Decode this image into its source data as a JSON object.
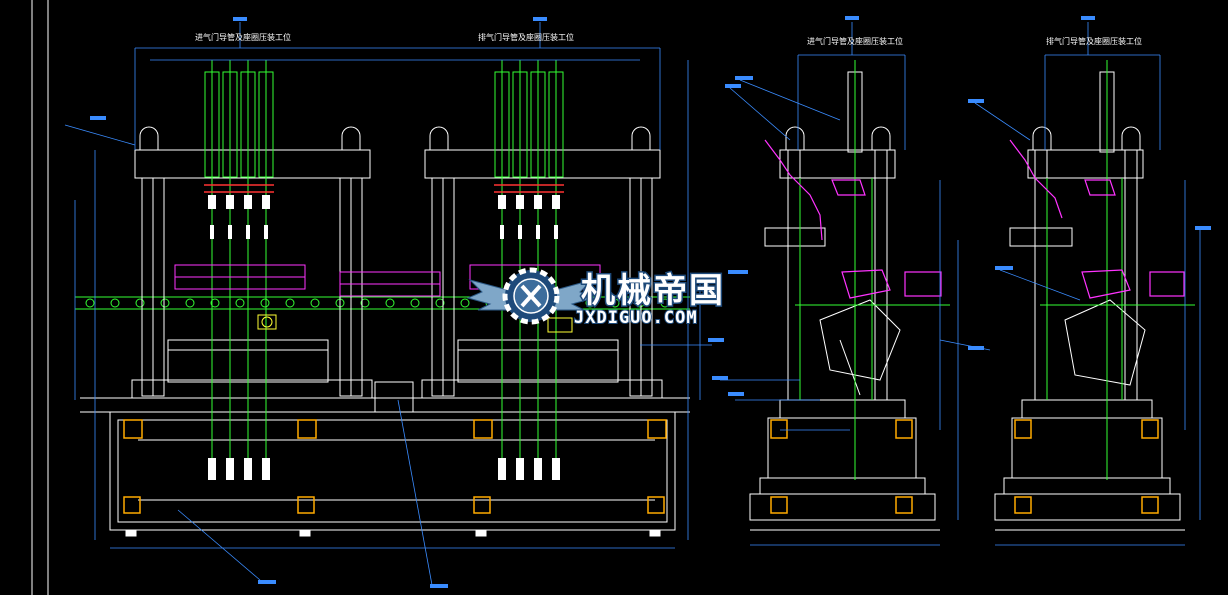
{
  "drawing": {
    "station_titles": [
      "进气门导管及座圈压装工位",
      "排气门导管及座圈压装工位",
      "进气门导管及座圈压装工位",
      "排气门导管及座圈压装工位"
    ]
  },
  "watermark": {
    "logo_icon": "gear-wings-logo",
    "name_cn": "机械帝国",
    "name_en": "JXDIGUO.COM"
  },
  "colors": {
    "background": "#000000",
    "frame": "#ffffff",
    "structure": "#ffffff",
    "dimension": "#3a8cff",
    "center_lines": "#33ff33",
    "parts_magenta": "#ff33ff",
    "parts_red": "#ff3333",
    "pads_orange": "#ffaa00",
    "parts_yellow": "#ffff33"
  }
}
